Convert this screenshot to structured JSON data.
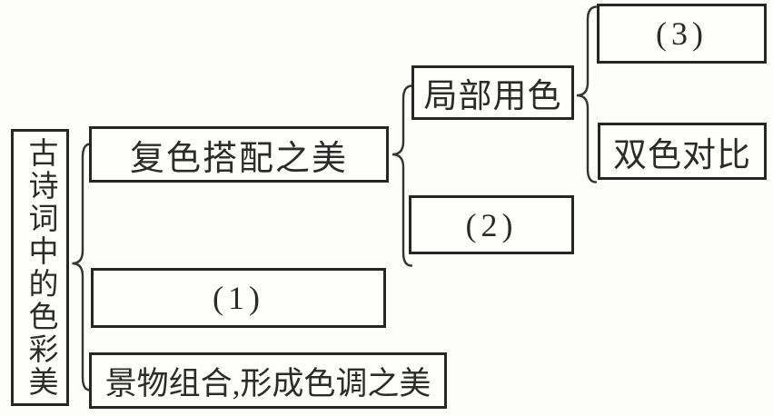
{
  "canvas": {
    "background": "#fdfdfc",
    "ink_color": "#262626"
  },
  "tree": {
    "root": {
      "label": "古诗词中的色彩美"
    },
    "branches": [
      {
        "label": "复色搭配之美",
        "children": [
          {
            "label": "局部用色",
            "children": [
              {
                "label": "(3)"
              },
              {
                "label": "双色对比"
              }
            ]
          },
          {
            "label": "(2)"
          }
        ]
      },
      {
        "label": "(1)"
      },
      {
        "label": "景物组合,形成色调之美"
      }
    ]
  }
}
